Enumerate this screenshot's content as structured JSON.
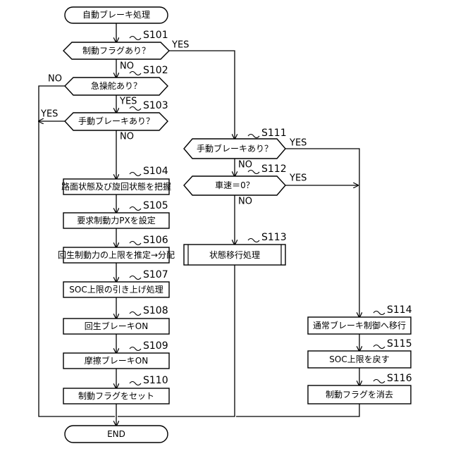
{
  "nodes": {
    "start": "自動ブレーキ処理",
    "s101": "制動フラグあり？",
    "s102": "急操舵あり？",
    "s103": "手動ブレーキあり？",
    "s104": "路面状態及び旋回状態を把握",
    "s105": "要求制動力PXを設定",
    "s106": "回生制動力の上限を推定→分配",
    "s107": "SOC上限の引き上げ処理",
    "s108": "回生ブレーキON",
    "s109": "摩擦ブレーキON",
    "s110": "制動フラグをセット",
    "s111": "手動ブレーキあり？",
    "s112": "車速＝0？",
    "s113": "状態移行処理",
    "s114": "通常ブレーキ制御へ移行",
    "s115": "SOC上限を戻す",
    "s116": "制動フラグを消去",
    "end": "END"
  },
  "step_labels": {
    "s101": "S101",
    "s102": "S102",
    "s103": "S103",
    "s104": "S104",
    "s105": "S105",
    "s106": "S106",
    "s107": "S107",
    "s108": "S108",
    "s109": "S109",
    "s110": "S110",
    "s111": "S111",
    "s112": "S112",
    "s113": "S113",
    "s114": "S114",
    "s115": "S115",
    "s116": "S116"
  },
  "branch_labels": {
    "s101_yes": "YES",
    "s101_no": "NO",
    "s102_no": "NO",
    "s102_yes": "YES",
    "s103_yes": "YES",
    "s103_no": "NO",
    "s111_yes": "YES",
    "s111_no": "NO",
    "s112_yes": "YES",
    "s112_no": "NO"
  }
}
